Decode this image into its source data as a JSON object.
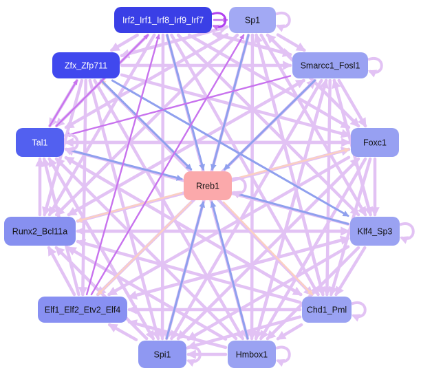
{
  "diagram": {
    "type": "gene regulatory network",
    "colors": {
      "background": "#ffffff",
      "edge_default": "#e2c2f4",
      "edge_strong": "#c873ee",
      "edge_blue": "#8fa0ee",
      "edge_peach": "#fbd0c2",
      "self_loop_strong": "#b040f0"
    },
    "nodes": [
      {
        "id": "irf",
        "label": "Irf2_Irf1_Irf8_Irf9_Irf7",
        "color": "#3a3fe6",
        "text": "light"
      },
      {
        "id": "sp1",
        "label": "Sp1",
        "color": "#a2a9f4",
        "text": "dark"
      },
      {
        "id": "zfx",
        "label": "Zfx_Zfp711",
        "color": "#4048ee",
        "text": "light"
      },
      {
        "id": "smarcc1",
        "label": "Smarcc1_Fosl1",
        "color": "#9aa2f2",
        "text": "dark"
      },
      {
        "id": "tal1",
        "label": "Tal1",
        "color": "#5260f0",
        "text": "light"
      },
      {
        "id": "foxc1",
        "label": "Foxc1",
        "color": "#97a0f2",
        "text": "dark"
      },
      {
        "id": "rreb1",
        "label": "Rreb1",
        "color": "#fba9ab",
        "text": "dark"
      },
      {
        "id": "runx2",
        "label": "Runx2_Bcl11a",
        "color": "#8790f0",
        "text": "dark"
      },
      {
        "id": "klf4",
        "label": "Klf4_Sp3",
        "color": "#9aa2f2",
        "text": "dark"
      },
      {
        "id": "elf1",
        "label": "Elf1_Elf2_Etv2_Elf4",
        "color": "#8890f2",
        "text": "dark"
      },
      {
        "id": "chd1",
        "label": "Chd1_Pml",
        "color": "#9aa2f2",
        "text": "dark"
      },
      {
        "id": "spi1",
        "label": "Spi1",
        "color": "#8f98f2",
        "text": "dark"
      },
      {
        "id": "hmbox1",
        "label": "Hmbox1",
        "color": "#9aa2f2",
        "text": "dark"
      }
    ],
    "self_loops": [
      "irf",
      "sp1",
      "smarcc1",
      "tal1",
      "rreb1",
      "klf4",
      "chd1",
      "spi1",
      "hmbox1"
    ],
    "edges": [
      {
        "from": "irf",
        "to": "sp1",
        "style": "strong"
      },
      {
        "from": "irf",
        "to": "rreb1",
        "style": "blue"
      },
      {
        "from": "sp1",
        "to": "rreb1",
        "style": "blue"
      },
      {
        "from": "zfx",
        "to": "rreb1",
        "style": "blue"
      },
      {
        "from": "smarcc1",
        "to": "rreb1",
        "style": "blue"
      },
      {
        "from": "tal1",
        "to": "rreb1",
        "style": "blue"
      },
      {
        "from": "spi1",
        "to": "rreb1",
        "style": "blue"
      },
      {
        "from": "hmbox1",
        "to": "rreb1",
        "style": "blue"
      },
      {
        "from": "klf4",
        "to": "rreb1",
        "style": "blue"
      },
      {
        "from": "rreb1",
        "to": "chd1",
        "style": "peach"
      },
      {
        "from": "rreb1",
        "to": "runx2",
        "style": "peach"
      },
      {
        "from": "rreb1",
        "to": "elf1",
        "style": "peach"
      },
      {
        "from": "rreb1",
        "to": "foxc1",
        "style": "peach"
      },
      {
        "from": "rreb1",
        "to": "zfx",
        "style": "peach"
      },
      {
        "from": "elf1",
        "to": "irf",
        "style": "strong"
      },
      {
        "from": "elf1",
        "to": "sp1",
        "style": "strong"
      },
      {
        "from": "tal1",
        "to": "zfx",
        "style": "strong"
      },
      {
        "from": "tal1",
        "to": "irf",
        "style": "strong"
      },
      {
        "from": "smarcc1",
        "to": "tal1",
        "style": "strong"
      },
      {
        "from": "zfx",
        "to": "sp1",
        "style": "default"
      },
      {
        "from": "zfx",
        "to": "smarcc1",
        "style": "default"
      },
      {
        "from": "zfx",
        "to": "foxc1",
        "style": "default"
      },
      {
        "from": "zfx",
        "to": "klf4",
        "style": "blue"
      },
      {
        "from": "zfx",
        "to": "chd1",
        "style": "default"
      },
      {
        "from": "zfx",
        "to": "hmbox1",
        "style": "default"
      },
      {
        "from": "zfx",
        "to": "spi1",
        "style": "default"
      },
      {
        "from": "zfx",
        "to": "elf1",
        "style": "default"
      },
      {
        "from": "zfx",
        "to": "runx2",
        "style": "default"
      },
      {
        "from": "zfx",
        "to": "tal1",
        "style": "default"
      },
      {
        "from": "irf",
        "to": "smarcc1",
        "style": "default"
      },
      {
        "from": "irf",
        "to": "foxc1",
        "style": "default"
      },
      {
        "from": "irf",
        "to": "klf4",
        "style": "default"
      },
      {
        "from": "irf",
        "to": "chd1",
        "style": "default"
      },
      {
        "from": "irf",
        "to": "hmbox1",
        "style": "default"
      },
      {
        "from": "irf",
        "to": "spi1",
        "style": "default"
      },
      {
        "from": "irf",
        "to": "runx2",
        "style": "default"
      },
      {
        "from": "irf",
        "to": "tal1",
        "style": "default"
      },
      {
        "from": "irf",
        "to": "zfx",
        "style": "default"
      },
      {
        "from": "sp1",
        "to": "smarcc1",
        "style": "default"
      },
      {
        "from": "sp1",
        "to": "foxc1",
        "style": "default"
      },
      {
        "from": "sp1",
        "to": "klf4",
        "style": "default"
      },
      {
        "from": "sp1",
        "to": "chd1",
        "style": "default"
      },
      {
        "from": "sp1",
        "to": "hmbox1",
        "style": "default"
      },
      {
        "from": "sp1",
        "to": "spi1",
        "style": "default"
      },
      {
        "from": "sp1",
        "to": "runx2",
        "style": "default"
      },
      {
        "from": "sp1",
        "to": "tal1",
        "style": "default"
      },
      {
        "from": "sp1",
        "to": "zfx",
        "style": "default"
      },
      {
        "from": "smarcc1",
        "to": "foxc1",
        "style": "default"
      },
      {
        "from": "smarcc1",
        "to": "klf4",
        "style": "default"
      },
      {
        "from": "smarcc1",
        "to": "chd1",
        "style": "default"
      },
      {
        "from": "smarcc1",
        "to": "hmbox1",
        "style": "default"
      },
      {
        "from": "smarcc1",
        "to": "spi1",
        "style": "default"
      },
      {
        "from": "smarcc1",
        "to": "elf1",
        "style": "default"
      },
      {
        "from": "smarcc1",
        "to": "runx2",
        "style": "default"
      },
      {
        "from": "smarcc1",
        "to": "irf",
        "style": "default"
      },
      {
        "from": "foxc1",
        "to": "klf4",
        "style": "default"
      },
      {
        "from": "foxc1",
        "to": "chd1",
        "style": "default"
      },
      {
        "from": "foxc1",
        "to": "hmbox1",
        "style": "default"
      },
      {
        "from": "foxc1",
        "to": "spi1",
        "style": "default"
      },
      {
        "from": "foxc1",
        "to": "elf1",
        "style": "default"
      },
      {
        "from": "foxc1",
        "to": "runx2",
        "style": "default"
      },
      {
        "from": "foxc1",
        "to": "tal1",
        "style": "default"
      },
      {
        "from": "foxc1",
        "to": "sp1",
        "style": "default"
      },
      {
        "from": "klf4",
        "to": "chd1",
        "style": "default"
      },
      {
        "from": "klf4",
        "to": "hmbox1",
        "style": "default"
      },
      {
        "from": "klf4",
        "to": "spi1",
        "style": "default"
      },
      {
        "from": "klf4",
        "to": "elf1",
        "style": "default"
      },
      {
        "from": "klf4",
        "to": "runx2",
        "style": "default"
      },
      {
        "from": "klf4",
        "to": "tal1",
        "style": "default"
      },
      {
        "from": "klf4",
        "to": "smarcc1",
        "style": "default"
      },
      {
        "from": "chd1",
        "to": "hmbox1",
        "style": "default"
      },
      {
        "from": "chd1",
        "to": "spi1",
        "style": "default"
      },
      {
        "from": "chd1",
        "to": "elf1",
        "style": "default"
      },
      {
        "from": "chd1",
        "to": "runx2",
        "style": "default"
      },
      {
        "from": "chd1",
        "to": "tal1",
        "style": "default"
      },
      {
        "from": "chd1",
        "to": "sp1",
        "style": "default"
      },
      {
        "from": "hmbox1",
        "to": "spi1",
        "style": "default"
      },
      {
        "from": "hmbox1",
        "to": "elf1",
        "style": "default"
      },
      {
        "from": "hmbox1",
        "to": "runx2",
        "style": "default"
      },
      {
        "from": "hmbox1",
        "to": "tal1",
        "style": "default"
      },
      {
        "from": "hmbox1",
        "to": "smarcc1",
        "style": "default"
      },
      {
        "from": "spi1",
        "to": "elf1",
        "style": "default"
      },
      {
        "from": "spi1",
        "to": "runx2",
        "style": "default"
      },
      {
        "from": "spi1",
        "to": "tal1",
        "style": "default"
      },
      {
        "from": "spi1",
        "to": "foxc1",
        "style": "default"
      },
      {
        "from": "elf1",
        "to": "runx2",
        "style": "default"
      },
      {
        "from": "elf1",
        "to": "tal1",
        "style": "default"
      },
      {
        "from": "elf1",
        "to": "smarcc1",
        "style": "default"
      },
      {
        "from": "elf1",
        "to": "klf4",
        "style": "default"
      },
      {
        "from": "runx2",
        "to": "tal1",
        "style": "default"
      },
      {
        "from": "runx2",
        "to": "smarcc1",
        "style": "default"
      },
      {
        "from": "runx2",
        "to": "klf4",
        "style": "default"
      },
      {
        "from": "runx2",
        "to": "foxc1",
        "style": "default"
      },
      {
        "from": "tal1",
        "to": "foxc1",
        "style": "default"
      },
      {
        "from": "tal1",
        "to": "chd1",
        "style": "default"
      },
      {
        "from": "tal1",
        "to": "spi1",
        "style": "default"
      }
    ]
  }
}
